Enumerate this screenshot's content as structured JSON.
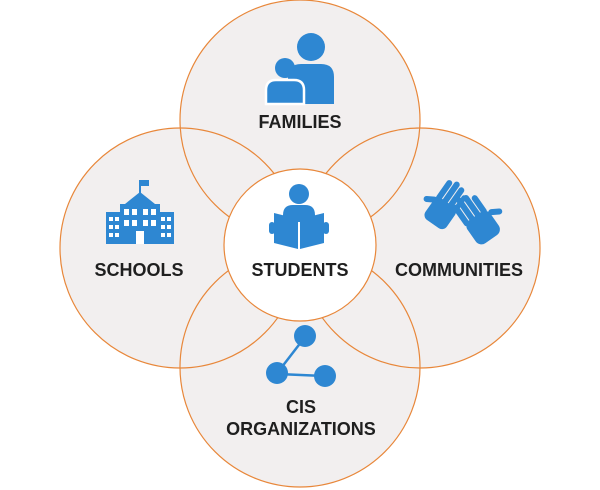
{
  "diagram": {
    "center": {
      "label": "STUDENTS",
      "icon": "student-reading-icon"
    },
    "families": {
      "label": "FAMILIES",
      "icon": "family-icon"
    },
    "schools": {
      "label": "SCHOOLS",
      "icon": "school-building-icon"
    },
    "communities": {
      "label": "COMMUNITIES",
      "icon": "helping-hands-icon"
    },
    "cis": {
      "label_line1": "CIS",
      "label_line2": "ORGANIZATIONS",
      "icon": "network-nodes-icon"
    }
  },
  "colors": {
    "circle_outline": "#e8873a",
    "outer_fill": "#f2efef",
    "inner_fill": "#ffffff",
    "icon_blue": "#2e87d2",
    "text": "#1f1f1f"
  }
}
